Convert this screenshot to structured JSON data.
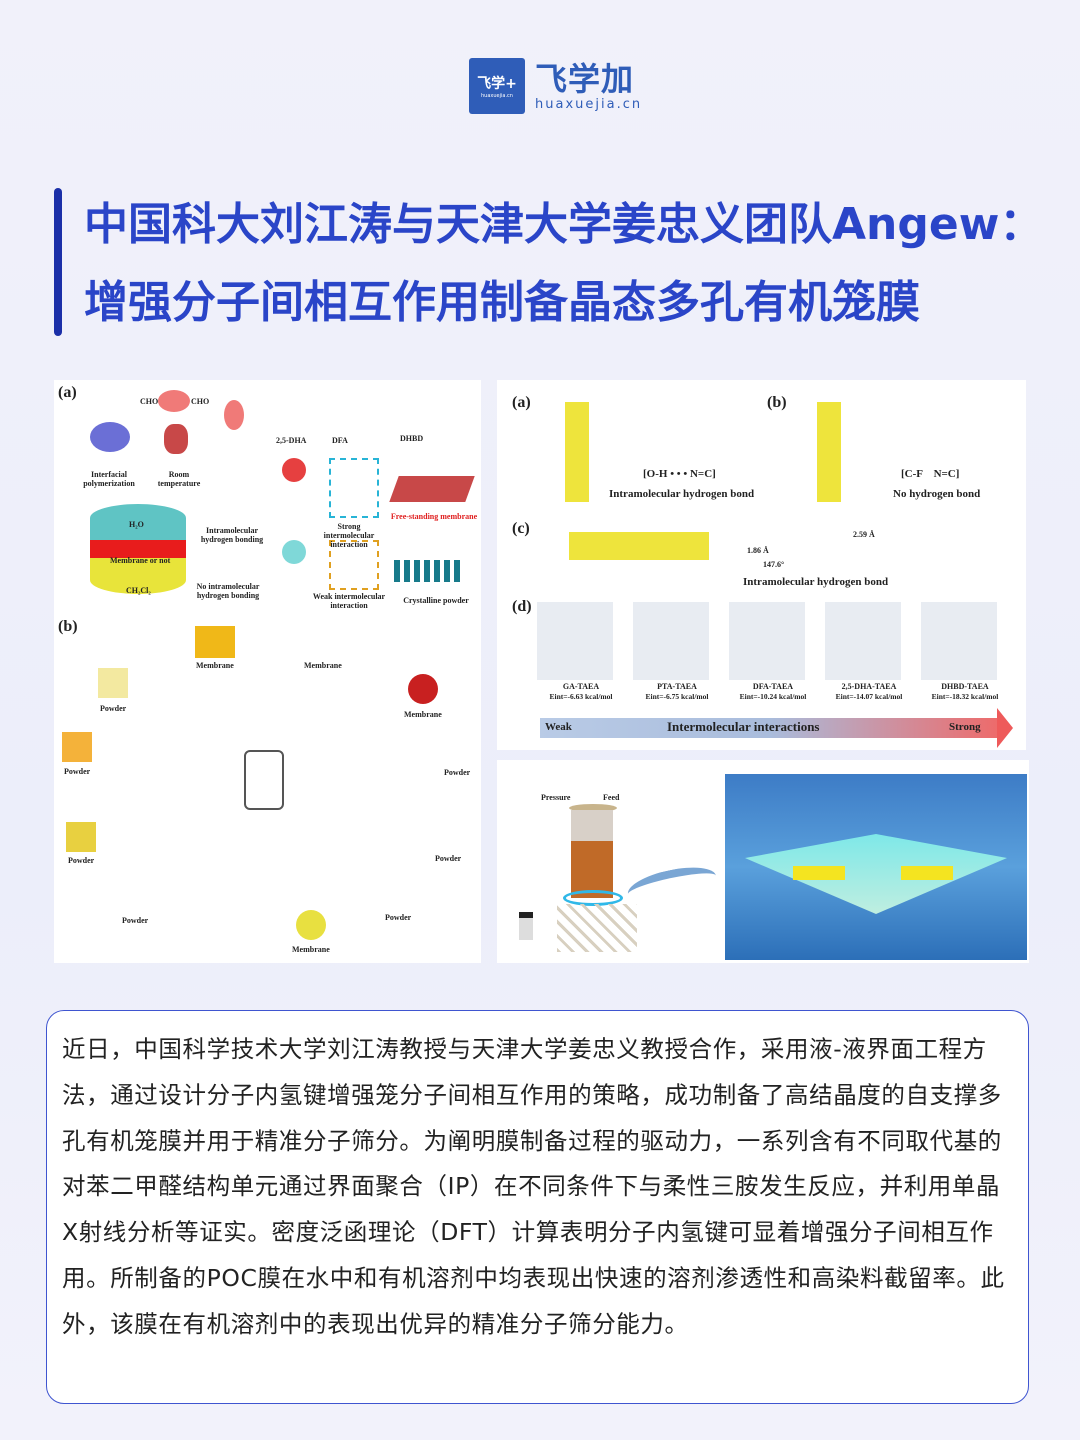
{
  "logo": {
    "icon_text": "飞学+",
    "icon_sub": "huaxuejia.cn",
    "name": "飞学加",
    "url": "huaxuejia.cn"
  },
  "title": {
    "line1": "中国科大刘江涛与天津大学姜忠义团队Angew：",
    "line2": "增强分子间相互作用制备晶态多孔有机笼膜"
  },
  "fig_left": {
    "a_label": "(a)",
    "b_label": "(b)",
    "cho_left": "CHO",
    "cho_right": "CHO",
    "mol1": "2,5-DHA",
    "mol2": "DFA",
    "mol3": "DHBD",
    "interfacial": "Interfacial polymerization",
    "room": "Room temperature",
    "h2o": "H₂O",
    "membrane_or_not": "Membrane or not",
    "ch2cl2": "CH₂Cl₂",
    "intra": "Intramolecular hydrogen bonding",
    "no_intra": "No intramolecular hydrogen bonding",
    "strong": "Strong intermolecular interaction",
    "weak": "Weak intermolecular interaction",
    "free": "Free-standing membrane",
    "powder_c": "Crystalline powder",
    "b_items": [
      "Membrane",
      "Membrane",
      "Powder",
      "Membrane",
      "Powder",
      "Powder",
      "Powder",
      "Powder",
      "Powder",
      "Powder",
      "Membrane"
    ]
  },
  "fig_right": {
    "a": "(a)",
    "b": "(b)",
    "c": "(c)",
    "d": "(d)",
    "a_bond": "[O-H • • • N=C]",
    "a_caption": "Intramolecular hydrogen bond",
    "b_bond": "[C-F    N=C]",
    "b_caption": "No hydrogen bond",
    "c_caption": "Intramolecular hydrogen bond",
    "c_d1": "1.86 Å",
    "c_d2": "2.59 Å",
    "c_angle": "147.6°",
    "d_items": [
      {
        "name": "GA-TAEA",
        "energy": "Eint=-6.63 kcal/mol"
      },
      {
        "name": "PTA-TAEA",
        "energy": "Eint=-6.75 kcal/mol"
      },
      {
        "name": "DFA-TAEA",
        "energy": "Eint=-10.24 kcal/mol"
      },
      {
        "name": "2,5-DHA-TAEA",
        "energy": "Eint=-14.07 kcal/mol"
      },
      {
        "name": "DHBD-TAEA",
        "energy": "Eint=-18.32 kcal/mol"
      }
    ],
    "arrow_weak": "Weak",
    "arrow_label": "Intermolecular interactions",
    "arrow_strong": "Strong"
  },
  "fig_bottom": {
    "pressure": "Pressure",
    "feed": "Feed"
  },
  "body": "近日，中国科学技术大学刘江涛教授与天津大学姜忠义教授合作，采用液-液界面工程方法，通过设计分子内氢键增强笼分子间相互作用的策略，成功制备了高结晶度的自支撑多孔有机笼膜并用于精准分子筛分。为阐明膜制备过程的驱动力，一系列含有不同取代基的对苯二甲醛结构单元通过界面聚合（IP）在不同条件下与柔性三胺发生反应，并利用单晶X射线分析等证实。密度泛函理论（DFT）计算表明分子内氢键可显着增强分子间相互作用。所制备的POC膜在水中和有机溶剂中均表现出快速的溶剂渗透性和高染料截留率。此外，该膜在有机溶剂中的表现出优异的精准分子筛分能力。"
}
